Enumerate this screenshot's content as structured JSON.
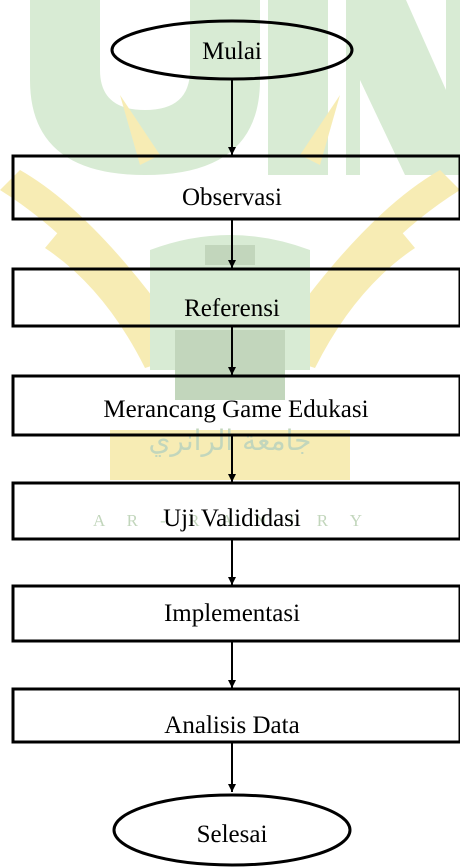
{
  "flowchart": {
    "nodes": [
      {
        "id": "start",
        "shape": "ellipse",
        "label": "Mulai"
      },
      {
        "id": "step-1",
        "shape": "rect",
        "label": "Observasi"
      },
      {
        "id": "step-2",
        "shape": "rect",
        "label": "Referensi"
      },
      {
        "id": "step-3",
        "shape": "rect",
        "label": "Merancang Game Edukasi"
      },
      {
        "id": "step-4",
        "shape": "rect",
        "label": "Uji Valididasi"
      },
      {
        "id": "step-5",
        "shape": "rect",
        "label": "Implementasi"
      },
      {
        "id": "step-6",
        "shape": "rect",
        "label": "Analisis Data"
      },
      {
        "id": "end",
        "shape": "ellipse",
        "label": "Selesai"
      }
    ],
    "edges": [
      {
        "from": "start",
        "to": "step-1"
      },
      {
        "from": "step-1",
        "to": "step-2"
      },
      {
        "from": "step-2",
        "to": "step-3"
      },
      {
        "from": "step-3",
        "to": "step-4"
      },
      {
        "from": "step-4",
        "to": "step-5"
      },
      {
        "from": "step-5",
        "to": "step-6"
      },
      {
        "from": "step-6",
        "to": "end"
      }
    ]
  },
  "watermark": {
    "latin_text": "A R - R A N I R Y",
    "arabic_text": "جامعة الرانري",
    "colors": {
      "green": "#d8ebd4",
      "gold": "#f7ecb4",
      "dark": "#c2d6bc"
    }
  }
}
